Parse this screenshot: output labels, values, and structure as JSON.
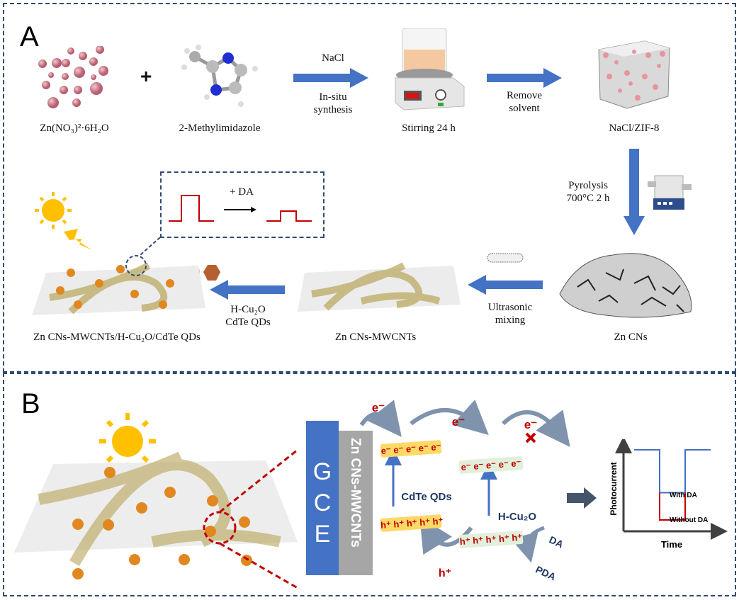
{
  "panel_a": {
    "label": "A",
    "reactant1": {
      "label": "Zn(NO₃)²·6H₂O",
      "icon": "zinc-nitrate-particles"
    },
    "plus": "+",
    "reactant2": {
      "label": "2-Methylimidazole",
      "icon": "methylimidazole-molecule"
    },
    "step1": {
      "top": "NaCl",
      "bottom_line1": "In-situ",
      "bottom_line2": "synthesis"
    },
    "stirring": {
      "label": "Stirring 24 h",
      "icon": "magnetic-stirrer"
    },
    "step2": {
      "line1": "Remove",
      "line2": "solvent"
    },
    "zif": {
      "label": "NaCl/ZIF-8",
      "icon": "zif-cube"
    },
    "step3": {
      "line1": "Pyrolysis",
      "line2": "700°C 2 h",
      "icon": "tube-furnace"
    },
    "zncns": {
      "label": "Zn CNs",
      "icon": "carbon-nanosheets"
    },
    "step4": {
      "line1": "Ultrasonic",
      "line2": "mixing",
      "icon": "mwcnt-tube"
    },
    "zncns_mwcnts": {
      "label": "Zn CNs-MWCNTs"
    },
    "step5": {
      "line1": "H-Cu₂O",
      "line2": "CdTe QDs"
    },
    "final": {
      "label": "Zn CNs-MWCNTs/H-Cu₂O/CdTe QDs"
    },
    "inset": {
      "label": "+ DA"
    }
  },
  "panel_b": {
    "label": "B",
    "electrode": {
      "gce": [
        "G",
        "C",
        "E"
      ],
      "layer": "Zn CNs-MWCNTs"
    },
    "cdte": {
      "label": "CdTe QDs",
      "electrons": "e⁻ e⁻ e⁻ e⁻ e⁻",
      "holes": "h⁺ h⁺ h⁺ h⁺ h⁺"
    },
    "cu2o": {
      "label": "H-Cu₂O",
      "electrons": "e⁻ e⁻ e⁻ e⁻ e⁻",
      "holes": "h⁺ h⁺ h⁺ h⁺ h⁺"
    },
    "e_transfer_1": "e⁻",
    "e_transfer_2": "e⁻",
    "e_blocked": "e⁻",
    "h_transfer": "h⁺",
    "da": "DA",
    "pda": "PDA",
    "colors": {
      "gce": "#4472c4",
      "layer": "#a6a6a6",
      "cdte_band": "#ffd966",
      "cu2o_band": "#e2efda",
      "charge": "#c00000",
      "label": "#1f3864"
    }
  },
  "chart_data": {
    "type": "line",
    "title": "",
    "xlabel": "Time",
    "ylabel": "Photocurrent",
    "series": [
      {
        "name": "With DA",
        "color": "#4472c4",
        "x": [
          0,
          1,
          1,
          2,
          2,
          3
        ],
        "y": [
          1.0,
          1.0,
          0.45,
          0.45,
          1.0,
          1.0
        ]
      },
      {
        "name": "Without DA",
        "color": "#c00000",
        "x": [
          1,
          1,
          2,
          2
        ],
        "y": [
          0.45,
          0.1,
          0.1,
          0.45
        ]
      }
    ],
    "legend": [
      "With DA",
      "Without DA"
    ],
    "grid": false
  }
}
